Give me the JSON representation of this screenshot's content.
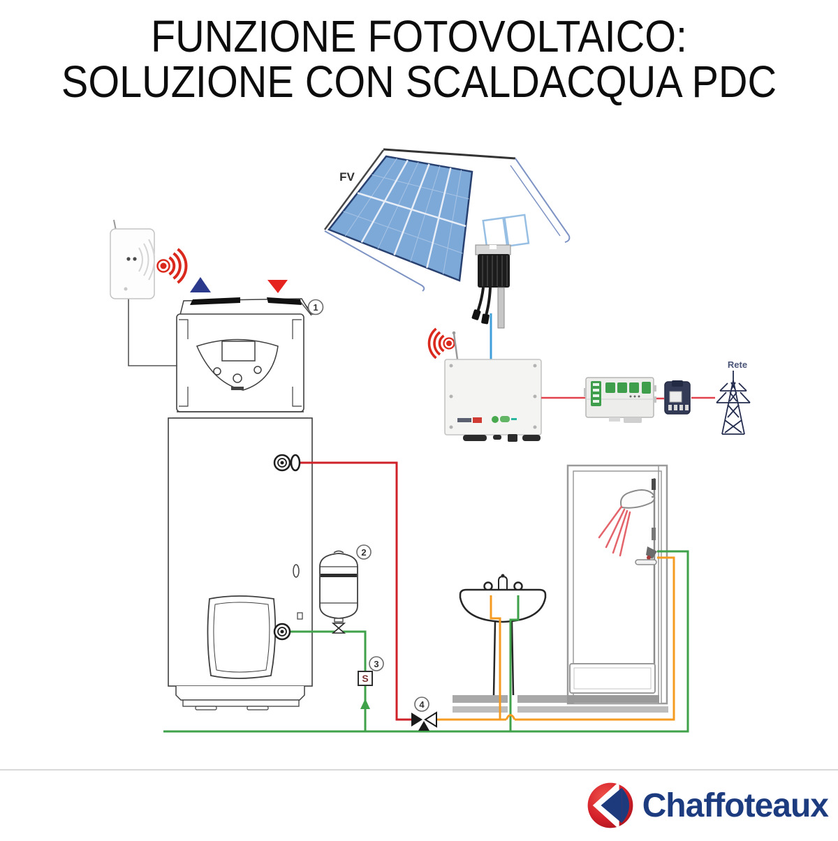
{
  "title": {
    "line1": "FUNZIONE FOTOVOLTAICO:",
    "line2": "SOLUZIONE CON SCALDACQUA PDC"
  },
  "diagram": {
    "labels": {
      "pv": "FV",
      "grid": "Rete",
      "solenoid_valve": "S"
    },
    "callouts": {
      "heater": "1",
      "vessel": "2",
      "solenoid": "3",
      "mixer": "4"
    }
  },
  "colors": {
    "hot_water_pipe": "#cf2129",
    "cold_water_pipe": "#3fa24a",
    "mixed_water_pipe": "#f59b21",
    "electric_line": "#e2424e",
    "dc_cable": "#3f9fd8",
    "wifi_signal": "#da291c",
    "warm_air_triangle": "#e5231f",
    "cool_air_triangle": "#2b3a8c",
    "panel_fill": "#7da9d9",
    "logo_navy": "#1d3c80",
    "logo_red": "#d5212b"
  },
  "footer": {
    "brand": "Chaffoteaux"
  }
}
